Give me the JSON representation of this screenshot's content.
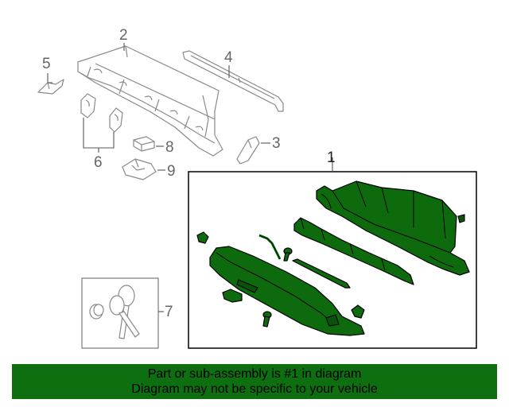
{
  "colors": {
    "part_highlight": "#0d6b0d",
    "banner_background": "#0e6f10",
    "banner_text": "#000000"
  },
  "callouts": {
    "c1": "1",
    "c2": "2",
    "c3": "3",
    "c4": "4",
    "c5": "5",
    "c6": "6",
    "c7": "7",
    "c8": "8",
    "c9": "9"
  },
  "banner": {
    "line1": "Part or sub-assembly is #1 in diagram",
    "line2": "Diagram may not be specific to your vehicle"
  }
}
